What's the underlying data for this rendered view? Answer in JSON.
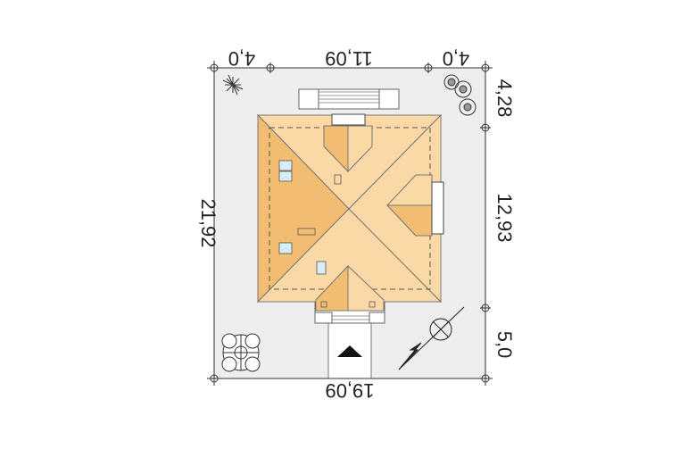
{
  "site_plan": {
    "dimensions": {
      "top_left_setback": "4,0",
      "top_house_width": "11,09",
      "top_right_setback": "4,0",
      "right_top_setback": "4,28",
      "right_house_depth": "12,93",
      "right_bottom_setback": "5,0",
      "left_plot_depth": "21,92",
      "bottom_plot_width": "19,09"
    },
    "icons": {
      "north": "north-arrow-icon",
      "entrance": "entrance-arrow-icon",
      "tree": "tree-icon",
      "shrub": "shrub-icon"
    },
    "colors": {
      "plot_fill": "#eeeeee",
      "roof_light": "#fbd9a6",
      "roof_dark": "#f2bd73",
      "outline": "#555555"
    }
  }
}
